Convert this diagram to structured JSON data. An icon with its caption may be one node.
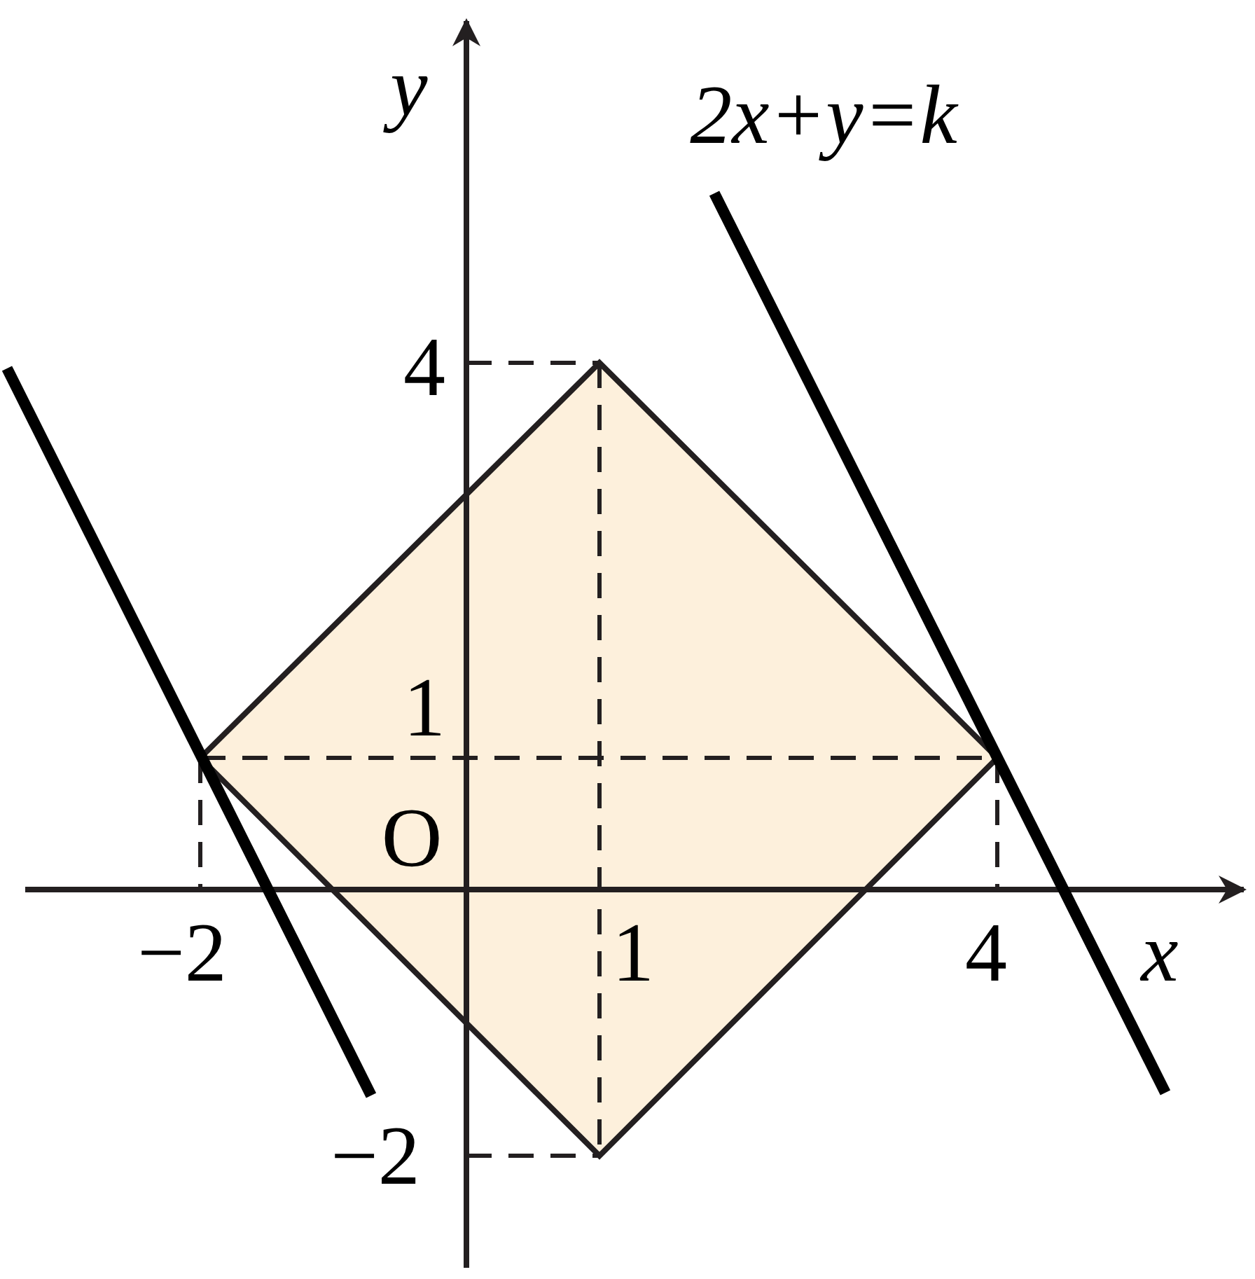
{
  "diagram": {
    "labels": [
      "y",
      "2x+y=k",
      "4",
      "1",
      "O",
      "−2",
      "1",
      "4",
      "x",
      "−2"
    ]
  }
}
